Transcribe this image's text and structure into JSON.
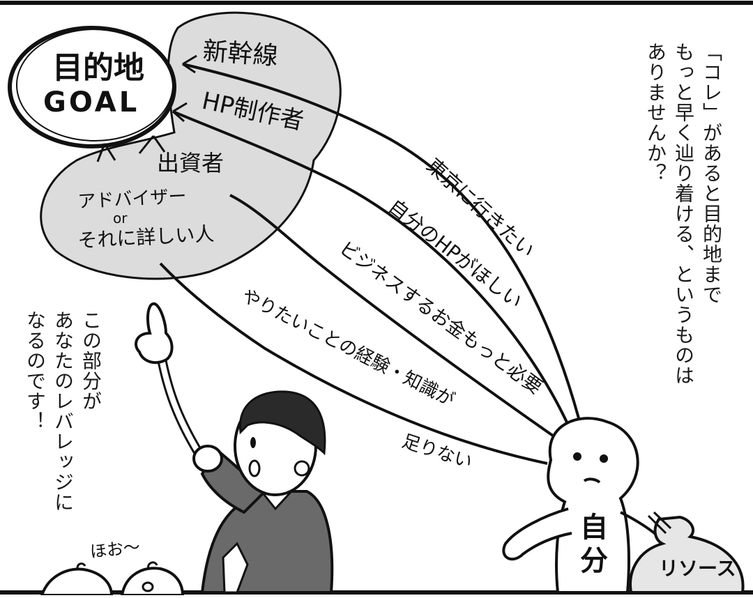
{
  "goal": {
    "line1": "目的地",
    "line2": "GOAL"
  },
  "resources_bubble": {
    "shinkansen": "新幹線",
    "hp_maker": "HP制作者",
    "investor": "出資者",
    "advisor_line1": "アドバイザー",
    "advisor_or": "or",
    "advisor_line2": "それに詳しい人"
  },
  "wishes": {
    "tokyo": "東京に行きたい",
    "hp": "自分のHPがほしい",
    "business_money": "ビジネスするお金もっと必要",
    "experience_line1": "やりたいことの経験・知識が",
    "experience_line2": "足りない"
  },
  "character": {
    "label_line1": "自",
    "label_line2": "分"
  },
  "bag": {
    "label": "リソース"
  },
  "audience": {
    "reaction": "ほお〜"
  },
  "narration": {
    "right": [
      "「コレ」があると目的地まで",
      "もっと早く辿り着ける、というものは",
      "ありませんか？"
    ],
    "left": [
      "この部分が",
      "あなたのレバレッジに",
      "なるのです！"
    ]
  }
}
